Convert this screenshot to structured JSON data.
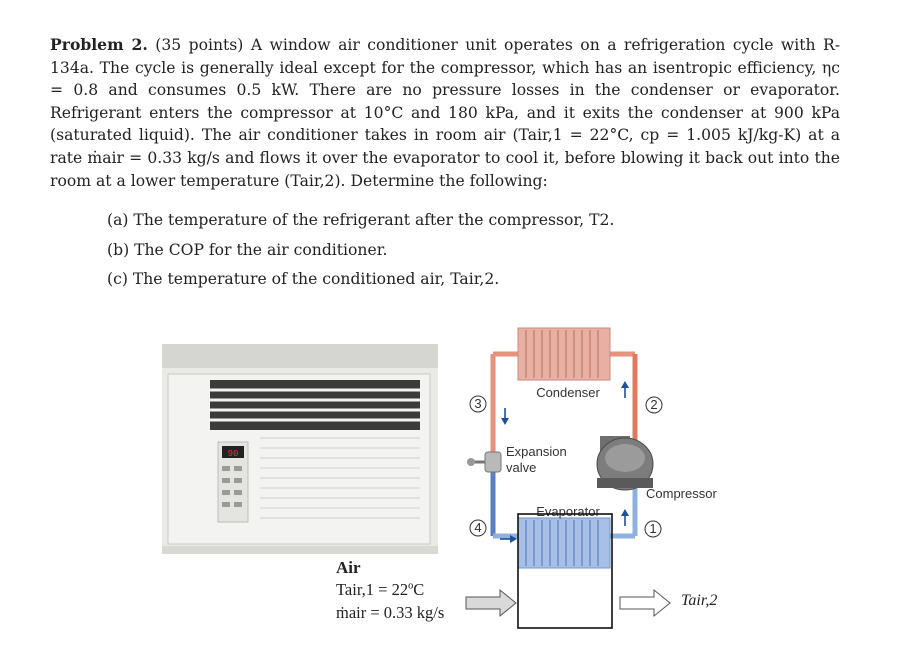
{
  "problem": {
    "title": "Problem 2.",
    "text": "(35 points) A window air conditioner unit operates on a refrigeration cycle with R-134a. The cycle is generally ideal except for the compressor, which has an isentropic efficiency, ηc = 0.8 and consumes 0.5 kW. There are no pressure losses in the condenser or evaporator. Refrigerant enters the compressor at 10°C and 180 kPa, and it exits the condenser at 900 kPa (saturated liquid). The air conditioner takes in room air (Tair,1 = 22°C, cp = 1.005 kJ/kg-K) at a rate ṁair = 0.33 kg/s and flows it over the evaporator to cool it, before blowing it back out into the room at a lower temperature (Tair,2). Determine the following:"
  },
  "parts": [
    "(a) The temperature of the refrigerant after the compressor, T2.",
    "(b) The COP for the air conditioner.",
    "(c) The temperature of the conditioned air, Tair,2."
  ],
  "figure": {
    "condenser_label": "Condenser",
    "expansion_label_1": "Expansion",
    "expansion_label_2": "valve",
    "evaporator_label": "Evaporator",
    "compressor_label": "Compressor",
    "state_1": "1",
    "state_2": "2",
    "state_3": "3",
    "state_4": "4",
    "ac_display": "90",
    "air_title": "Air",
    "air_temp": "Tair,1 = 22ºC",
    "air_flow": "ṁair = 0.33 kg/s",
    "outlet_label": "Tair,2",
    "colors": {
      "hot": "#e07a5f",
      "cold": "#5b7fc4",
      "coil_hot": "#d98c7a",
      "coil_cold": "#6f93cf"
    }
  }
}
